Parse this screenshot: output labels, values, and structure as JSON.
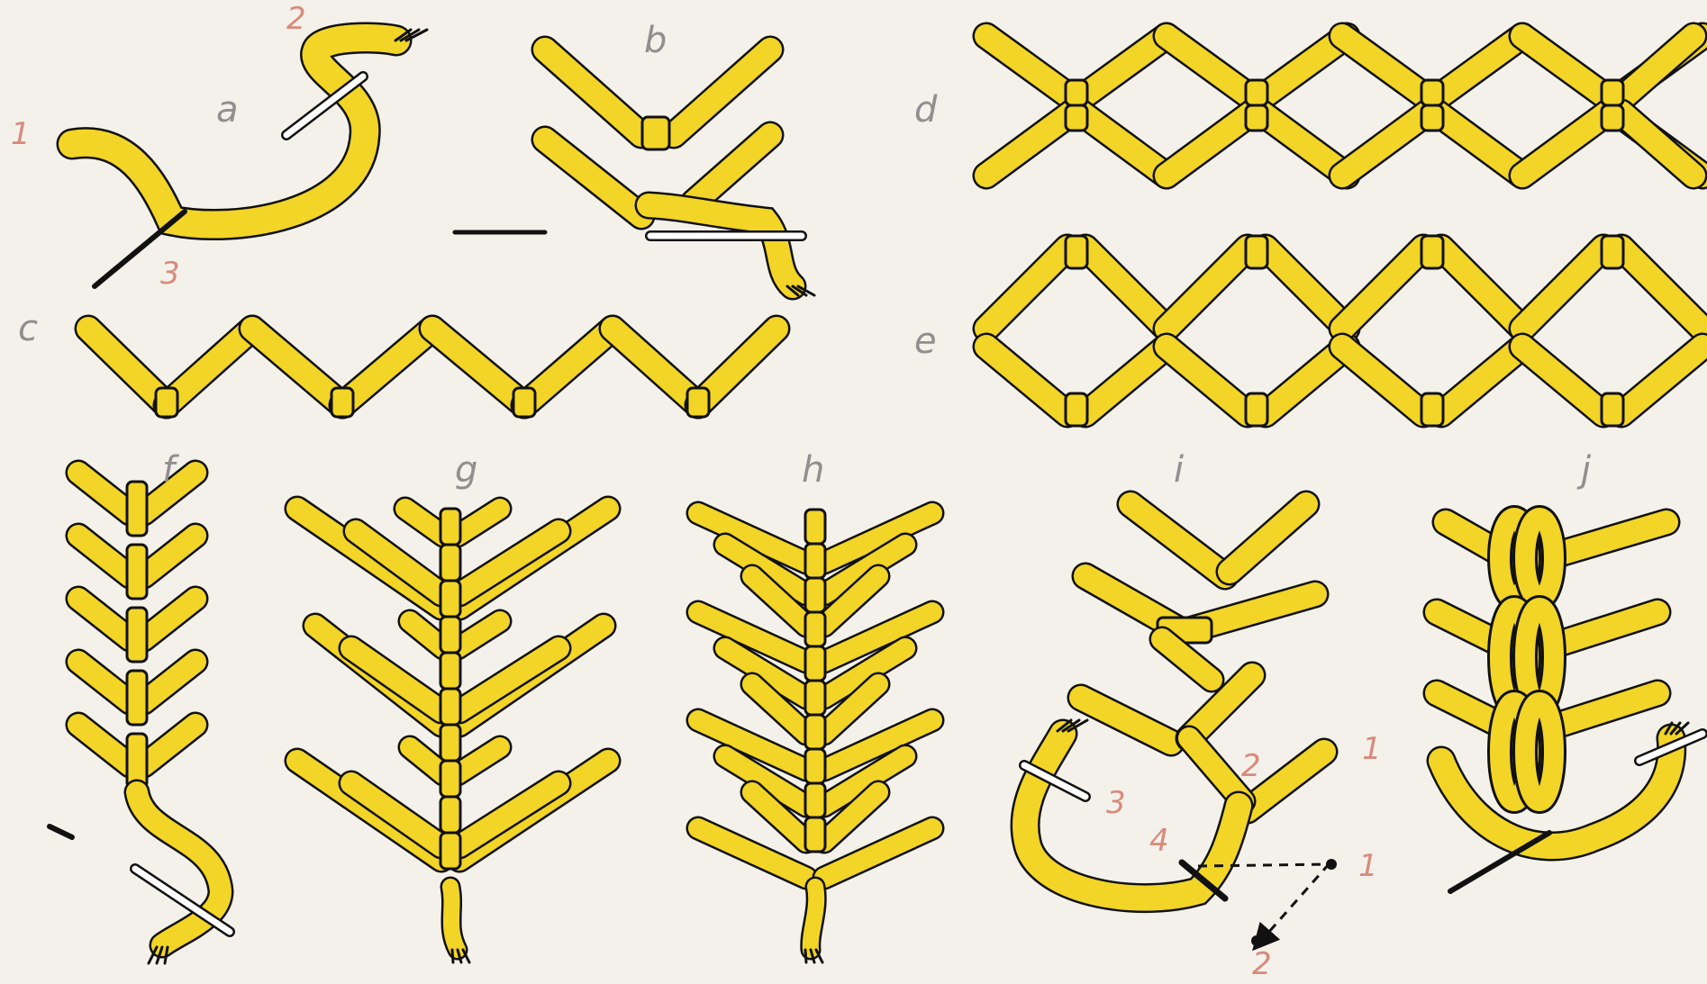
{
  "colors": {
    "thread": "#f2d526",
    "outline": "#111111",
    "background": "#f3f1ea",
    "label": "#8f8f8f",
    "number": "#d98a7c",
    "needle": "#ffffff"
  },
  "panels": [
    {
      "id": "a",
      "label": "a",
      "numbers": [
        "1",
        "2",
        "3"
      ]
    },
    {
      "id": "b",
      "label": "b",
      "numbers": []
    },
    {
      "id": "c",
      "label": "c",
      "numbers": []
    },
    {
      "id": "d",
      "label": "d",
      "numbers": []
    },
    {
      "id": "e",
      "label": "e",
      "numbers": []
    },
    {
      "id": "f",
      "label": "f",
      "numbers": []
    },
    {
      "id": "g",
      "label": "g",
      "numbers": []
    },
    {
      "id": "h",
      "label": "h",
      "numbers": []
    },
    {
      "id": "i",
      "label": "i",
      "numbers": [
        "1",
        "2",
        "3",
        "4",
        "1",
        "2"
      ]
    },
    {
      "id": "j",
      "label": "j",
      "numbers": []
    }
  ]
}
